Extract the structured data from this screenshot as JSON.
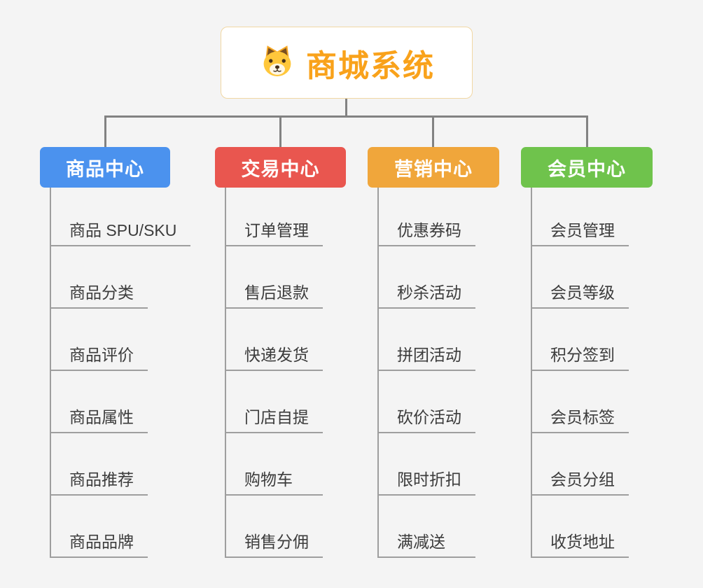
{
  "root": {
    "title": "商城系统",
    "title_color": "#f9a21b",
    "icon": "dog-icon"
  },
  "background_color": "#f4f4f4",
  "connector_color": "#828282",
  "branches": [
    {
      "label": "商品中心",
      "color": "#4b92ee",
      "children": [
        "商品 SPU/SKU",
        "商品分类",
        "商品评价",
        "商品属性",
        "商品推荐",
        "商品品牌"
      ]
    },
    {
      "label": "交易中心",
      "color": "#e9564f",
      "children": [
        "订单管理",
        "售后退款",
        "快递发货",
        "门店自提",
        "购物车",
        "销售分佣"
      ]
    },
    {
      "label": "营销中心",
      "color": "#f0a63b",
      "children": [
        "优惠券码",
        "秒杀活动",
        "拼团活动",
        "砍价活动",
        "限时折扣",
        "满减送"
      ]
    },
    {
      "label": "会员中心",
      "color": "#6fc34c",
      "children": [
        "会员管理",
        "会员等级",
        "积分签到",
        "会员标签",
        "会员分组",
        "收货地址"
      ]
    }
  ]
}
